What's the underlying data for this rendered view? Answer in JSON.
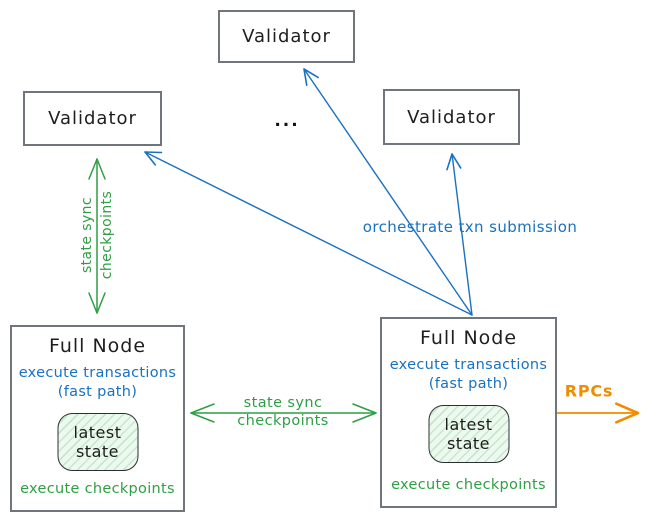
{
  "colors": {
    "green": "#2f9e44",
    "blue": "#1971c2",
    "orange": "#f08c00",
    "ink": "#1e1e1e",
    "border": "#70747b",
    "state_fill": "#edf9ef",
    "state_hatch": "#c3e8cc"
  },
  "validators": {
    "top": {
      "label": "Validator"
    },
    "left": {
      "label": "Validator"
    },
    "right": {
      "label": "Validator"
    }
  },
  "ellipsis_label": "...",
  "full_nodes": {
    "left": {
      "title": "Full Node",
      "capability_line1": "execute transactions",
      "capability_line2": "(fast path)",
      "state": {
        "line1": "latest",
        "line2": "state"
      },
      "footer": "execute checkpoints"
    },
    "right": {
      "title": "Full Node",
      "capability_line1": "execute transactions",
      "capability_line2": "(fast path)",
      "state": {
        "line1": "latest",
        "line2": "state"
      },
      "footer": "execute checkpoints"
    }
  },
  "edge_labels": {
    "validator_fullnode_sync": {
      "line1": "state sync",
      "line2": "checkpoints"
    },
    "fullnode_fullnode_sync": {
      "line1": "state sync",
      "line2": "checkpoints"
    },
    "orchestrate": "orchestrate txn submission",
    "rpcs": "RPCs"
  }
}
